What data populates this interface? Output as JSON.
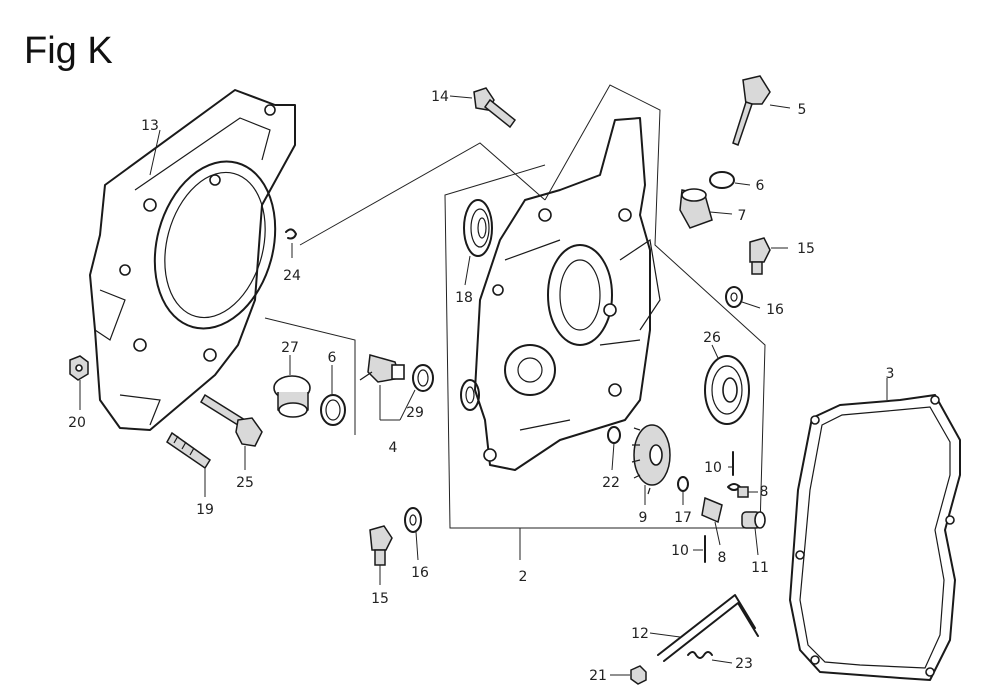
{
  "figure": {
    "title": "Fig K"
  },
  "callouts": {
    "c2": "2",
    "c3": "3",
    "c4": "4",
    "c5": "5",
    "c6a": "6",
    "c6b": "6",
    "c7": "7",
    "c8a": "8",
    "c8b": "8",
    "c9": "9",
    "c10a": "10",
    "c10b": "10",
    "c11": "11",
    "c12": "12",
    "c13": "13",
    "c14": "14",
    "c15a": "15",
    "c15b": "15",
    "c16a": "16",
    "c16b": "16",
    "c17": "17",
    "c18": "18",
    "c19": "19",
    "c20": "20",
    "c21": "21",
    "c22": "22",
    "c23": "23",
    "c24": "24",
    "c25": "25",
    "c26": "26",
    "c27": "27",
    "c29": "29"
  }
}
